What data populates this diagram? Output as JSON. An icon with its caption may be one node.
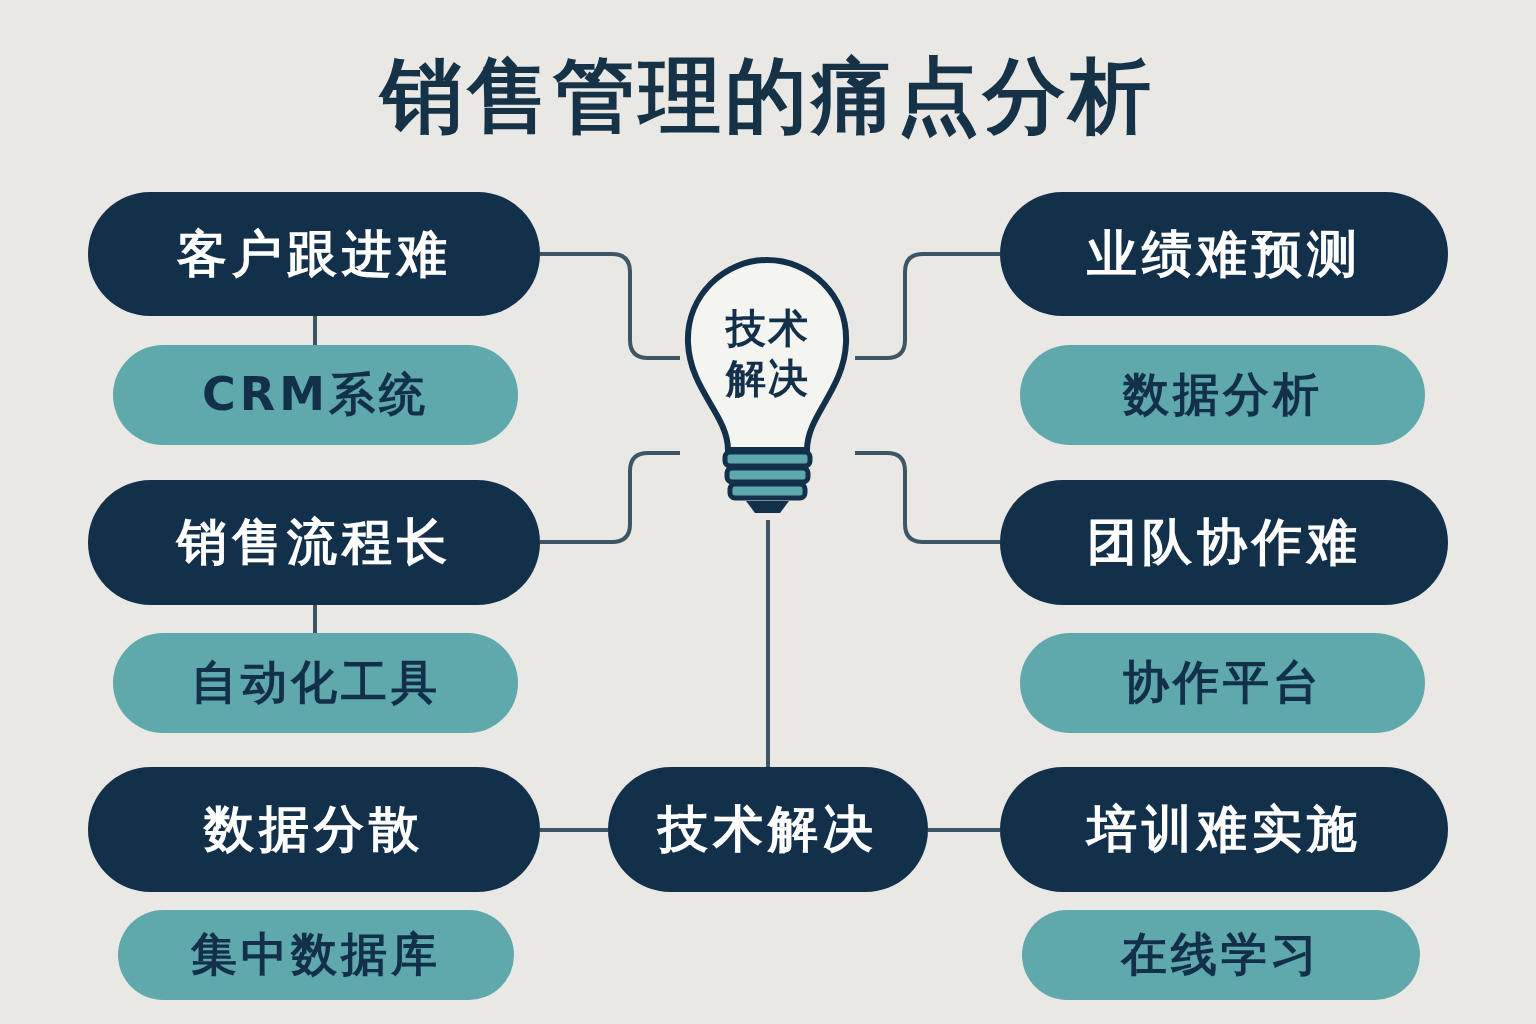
{
  "diagram": {
    "title": "销售管理的痛点分析",
    "nodes": [
      {
        "text": [
          "客户跟进难"
        ]
      },
      {
        "text": [
          "CRM系统"
        ]
      },
      {
        "text": [
          "销售流程长"
        ]
      },
      {
        "text": [
          "自动化工具"
        ]
      },
      {
        "text": [
          "数据分散"
        ]
      },
      {
        "text": [
          "集中数据库"
        ]
      },
      {
        "text": [
          "技术解决"
        ]
      },
      {
        "text": [
          "业绩难预测"
        ]
      },
      {
        "text": [
          "数据分析"
        ]
      },
      {
        "text": [
          "团队协作难"
        ]
      },
      {
        "text": [
          "协作平台"
        ]
      },
      {
        "text": [
          "技术解决"
        ]
      },
      {
        "text": [
          "培训难实施"
        ]
      },
      {
        "text": [
          "在线学习"
        ]
      }
    ],
    "edges": [
      {
        "from": 0,
        "to": 1,
        "arrow": "none"
      },
      {
        "from": 0,
        "to": 6,
        "arrow": "none"
      },
      {
        "from": 2,
        "to": 3,
        "arrow": "none"
      },
      {
        "from": 2,
        "to": 6,
        "arrow": "none"
      },
      {
        "from": 7,
        "to": 6,
        "arrow": "none"
      },
      {
        "from": 9,
        "to": 6,
        "arrow": "none"
      },
      {
        "from": 6,
        "to": 11,
        "arrow": "none"
      },
      {
        "from": 4,
        "to": 11,
        "arrow": "none"
      },
      {
        "from": 11,
        "to": 12,
        "arrow": "none"
      }
    ]
  }
}
